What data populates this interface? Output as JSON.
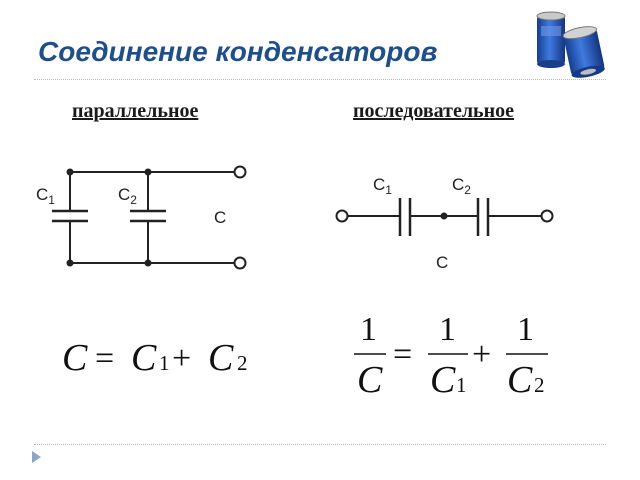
{
  "slide": {
    "title": "Соединение конденсаторов",
    "parallel_heading": "параллельное",
    "series_heading": "последовательное"
  },
  "parallel_circuit": {
    "c1_letter": "C",
    "c1_index": "1",
    "c2_letter": "C",
    "c2_index": "2",
    "total_label": "C"
  },
  "series_circuit": {
    "c1_letter": "C",
    "c1_index": "1",
    "c2_letter": "C",
    "c2_index": "2",
    "total_label": "C"
  },
  "parallel_formula": {
    "lhs": "C",
    "eq": "=",
    "t1": "C",
    "t1_index": "1",
    "plus": "+",
    "t2": "C",
    "t2_index": "2"
  },
  "series_formula": {
    "one": "1",
    "lhs_den": "C",
    "eq": "=",
    "t1_den": "C",
    "t1_index": "1",
    "plus": "+",
    "t2_den": "C",
    "t2_index": "2"
  },
  "colors": {
    "title": "#1f4e8c",
    "capacitor_body": "#2f63c9",
    "lines": "#222222"
  }
}
